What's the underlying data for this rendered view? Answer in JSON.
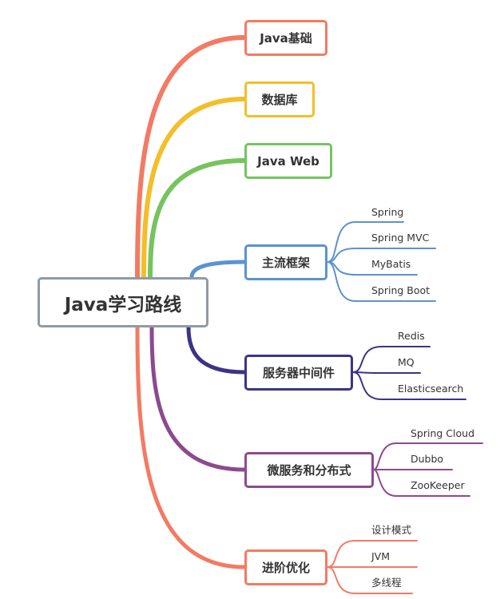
{
  "root": {
    "label": "Java学习路线"
  },
  "branches": [
    {
      "id": "java-basics",
      "label": "Java基础",
      "color": "#f47a63",
      "children": []
    },
    {
      "id": "database",
      "label": "数据库",
      "color": "#f4be2a",
      "children": []
    },
    {
      "id": "java-web",
      "label": "Java Web",
      "color": "#75c45e",
      "children": []
    },
    {
      "id": "frameworks",
      "label": "主流框架",
      "color": "#5b93cf",
      "children": [
        "Spring",
        "Spring MVC",
        "MyBatis",
        "Spring Boot"
      ]
    },
    {
      "id": "middleware",
      "label": "服务器中间件",
      "color": "#3b3486",
      "children": [
        "Redis",
        "MQ",
        "Elasticsearch"
      ]
    },
    {
      "id": "microservices",
      "label": "微服务和分布式",
      "color": "#8c4a8e",
      "children": [
        "Spring Cloud",
        "Dubbo",
        "ZooKeeper"
      ]
    },
    {
      "id": "optimization",
      "label": "进阶优化",
      "color": "#f47a63",
      "children": [
        "设计模式",
        "JVM",
        "多线程"
      ]
    }
  ]
}
